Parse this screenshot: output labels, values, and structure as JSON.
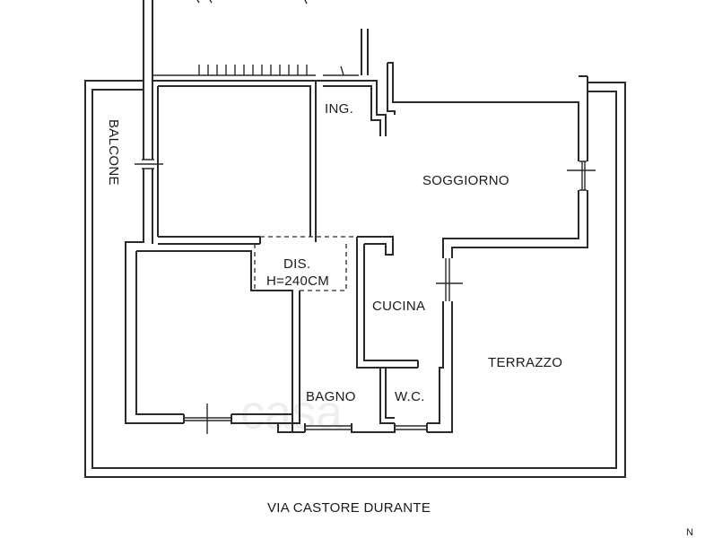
{
  "labels": {
    "ing": "ING.",
    "soggiorno": "SOGGIORNO",
    "balcone": "BALCONE",
    "dis": "DIS.",
    "height": "H=240CM",
    "cucina": "CUCINA",
    "terrazzo": "TERRAZZO",
    "bagno": "BAGNO",
    "wc": "W.C."
  },
  "street": "VIA CASTORE DURANTE",
  "north": "N",
  "watermark": "casa",
  "colors": {
    "line": "#2a2a2a",
    "background": "#ffffff",
    "watermark": "#cfcfcf"
  }
}
